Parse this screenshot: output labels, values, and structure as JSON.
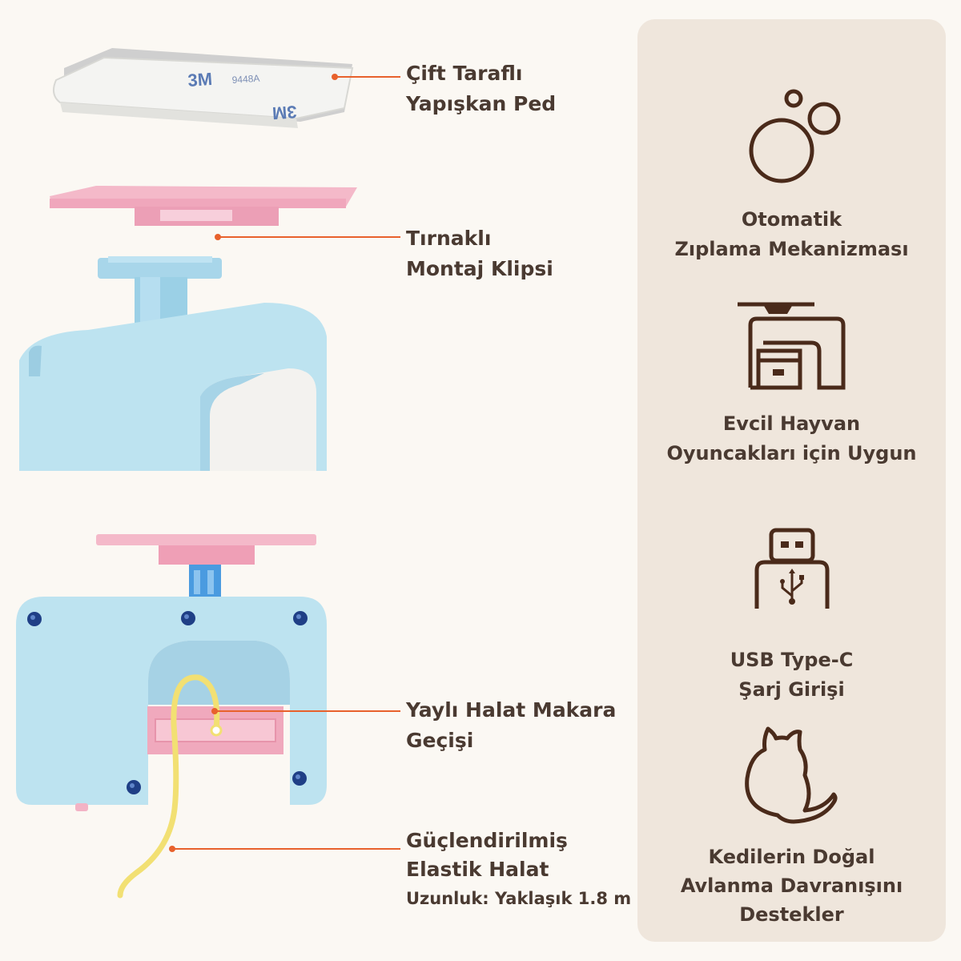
{
  "callouts": {
    "pad": {
      "line1": "Çift Taraflı",
      "line2": "Yapışkan Ped"
    },
    "clip": {
      "line1": "Tırnaklı",
      "line2": "Montaj Klipsi"
    },
    "pulley": {
      "line1": "Yaylı Halat Makara",
      "line2": "Geçişi"
    },
    "rope": {
      "line1": "Güçlendirilmiş",
      "line2": "Elastik Halat",
      "line3": "Uzunluk: Yaklaşık 1.8 m"
    }
  },
  "pad_print": {
    "brand": "3M",
    "code": "9448A"
  },
  "features": [
    {
      "icon": "bubbles-icon",
      "line1": "Otomatik",
      "line2": "Zıplama Mekanizması"
    },
    {
      "icon": "furniture-mount-icon",
      "line1": "Evcil Hayvan",
      "line2": "Oyuncakları için Uygun"
    },
    {
      "icon": "usb-icon",
      "line1": "USB Type-C",
      "line2": "Şarj Girişi"
    },
    {
      "icon": "cat-icon",
      "line1": "Kedilerin Doğal",
      "line2": "Avlanma Davranışını",
      "line3": "Destekler"
    }
  ],
  "colors": {
    "background": "#fbf8f3",
    "panel": "#efe6dc",
    "text": "#4a3a31",
    "accent_line": "#e8612c",
    "icon_brown": "#4a2a1a",
    "device_blue": "#bde3f0",
    "clip_pink": "#f2b6c8",
    "rope_yellow": "#f2e073",
    "screw_navy": "#1f3f86"
  }
}
